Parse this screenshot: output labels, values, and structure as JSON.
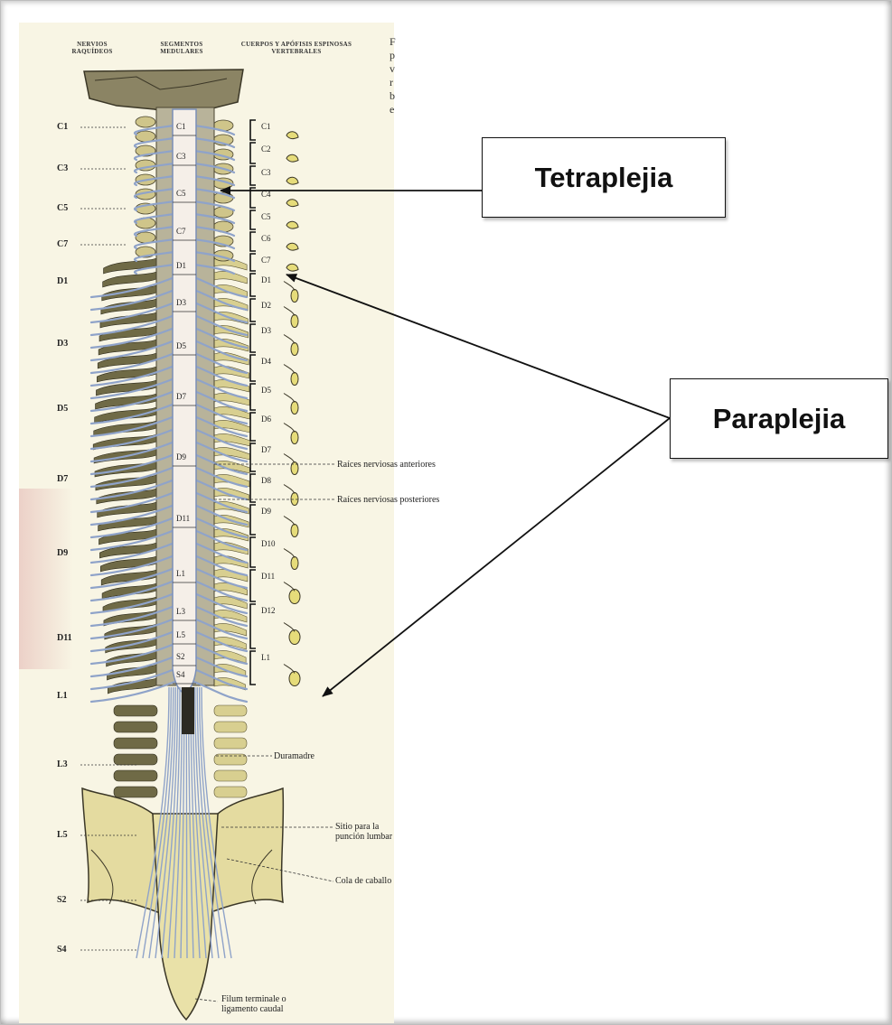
{
  "headers": {
    "nerves": "NERVIOS RAQUÍDEOS",
    "segments": "SEGMENTOS MEDULARES",
    "vertebrae": "CUERPOS Y APÓFISIS ESPINOSAS VERTEBRALES"
  },
  "stray_letters": "F p v r b e",
  "nerve_labels": [
    "C1",
    "C3",
    "C5",
    "C7",
    "D1",
    "D3",
    "D5",
    "D7",
    "D9",
    "D11",
    "L1",
    "L3",
    "L5",
    "S2",
    "S4"
  ],
  "segment_labels": [
    "C1",
    "C3",
    "C5",
    "C7",
    "D1",
    "D3",
    "D5",
    "D7",
    "D9",
    "D11",
    "L1",
    "L3",
    "L5",
    "S2",
    "S4"
  ],
  "vertebra_labels": [
    "C1",
    "C2",
    "C3",
    "C4",
    "C5",
    "C6",
    "C7",
    "D1",
    "D2",
    "D3",
    "D4",
    "D5",
    "D6",
    "D7",
    "D8",
    "D9",
    "D10",
    "D11",
    "D12",
    "L1"
  ],
  "annotations": {
    "anterior_roots": "Raíces nerviosas anteriores",
    "posterior_roots": "Raíces nerviosas posteriores",
    "dura": "Duramadre",
    "puncture": "Sitio para la punción lumbar",
    "cauda": "Cola de caballo",
    "filum": "Filum terminale o ligamento caudal"
  },
  "callouts": {
    "tetraplejia": "Tetraplejia",
    "paraplejia": "Paraplejia"
  },
  "colors": {
    "plate_background": "#f8f5e4",
    "bone": "#e4dba0",
    "bone_shadow": "#5a5434",
    "nerve": "#8fa3c9",
    "cord": "#f5efe8"
  }
}
